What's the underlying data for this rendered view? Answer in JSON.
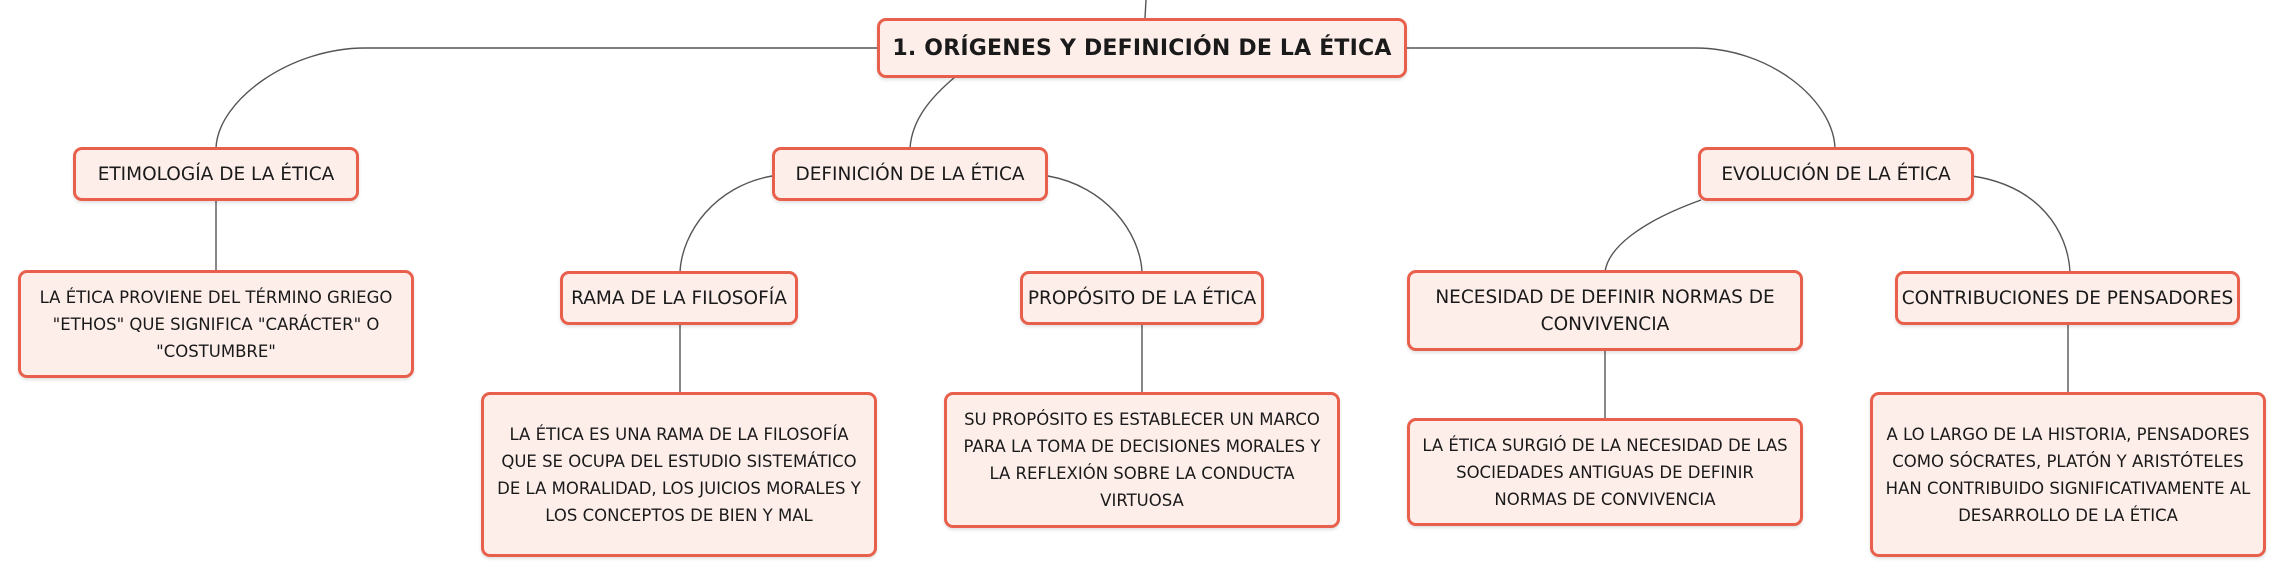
{
  "diagram": {
    "root": {
      "label": "1. ORÍGENES Y DEFINICIÓN DE LA ÉTICA"
    },
    "etimologia": {
      "label": "ETIMOLOGÍA DE LA ÉTICA",
      "detail": "LA ÉTICA PROVIENE DEL TÉRMINO GRIEGO \"ETHOS\" QUE SIGNIFICA \"CARÁCTER\" O \"COSTUMBRE\""
    },
    "definicion": {
      "label": "DEFINICIÓN DE LA ÉTICA",
      "rama": {
        "label": "RAMA DE LA FILOSOFÍA",
        "detail": "LA ÉTICA ES UNA RAMA DE LA FILOSOFÍA QUE SE OCUPA DEL ESTUDIO SISTEMÁTICO DE LA MORALIDAD, LOS JUICIOS MORALES Y LOS CONCEPTOS DE BIEN Y MAL"
      },
      "proposito": {
        "label": "PROPÓSITO DE LA ÉTICA",
        "detail": "SU PROPÓSITO ES ESTABLECER UN MARCO PARA LA TOMA DE DECISIONES MORALES Y LA REFLEXIÓN SOBRE LA CONDUCTA VIRTUOSA"
      }
    },
    "evolucion": {
      "label": "EVOLUCIÓN DE LA ÉTICA",
      "necesidad": {
        "label": "NECESIDAD DE DEFINIR NORMAS DE CONVIVENCIA",
        "detail": "LA ÉTICA SURGIÓ DE LA NECESIDAD DE LAS SOCIEDADES ANTIGUAS DE DEFINIR NORMAS DE CONVIVENCIA"
      },
      "contribuciones": {
        "label": "CONTRIBUCIONES DE PENSADORES",
        "detail": "A LO LARGO DE LA HISTORIA, PENSADORES COMO SÓCRATES, PLATÓN Y ARISTÓTELES HAN CONTRIBUIDO SIGNIFICATIVAMENTE AL DESARROLLO DE LA ÉTICA"
      }
    }
  },
  "colors": {
    "node_fill": "#fdeeea",
    "node_border": "#e8604c",
    "connector": "#555555"
  }
}
